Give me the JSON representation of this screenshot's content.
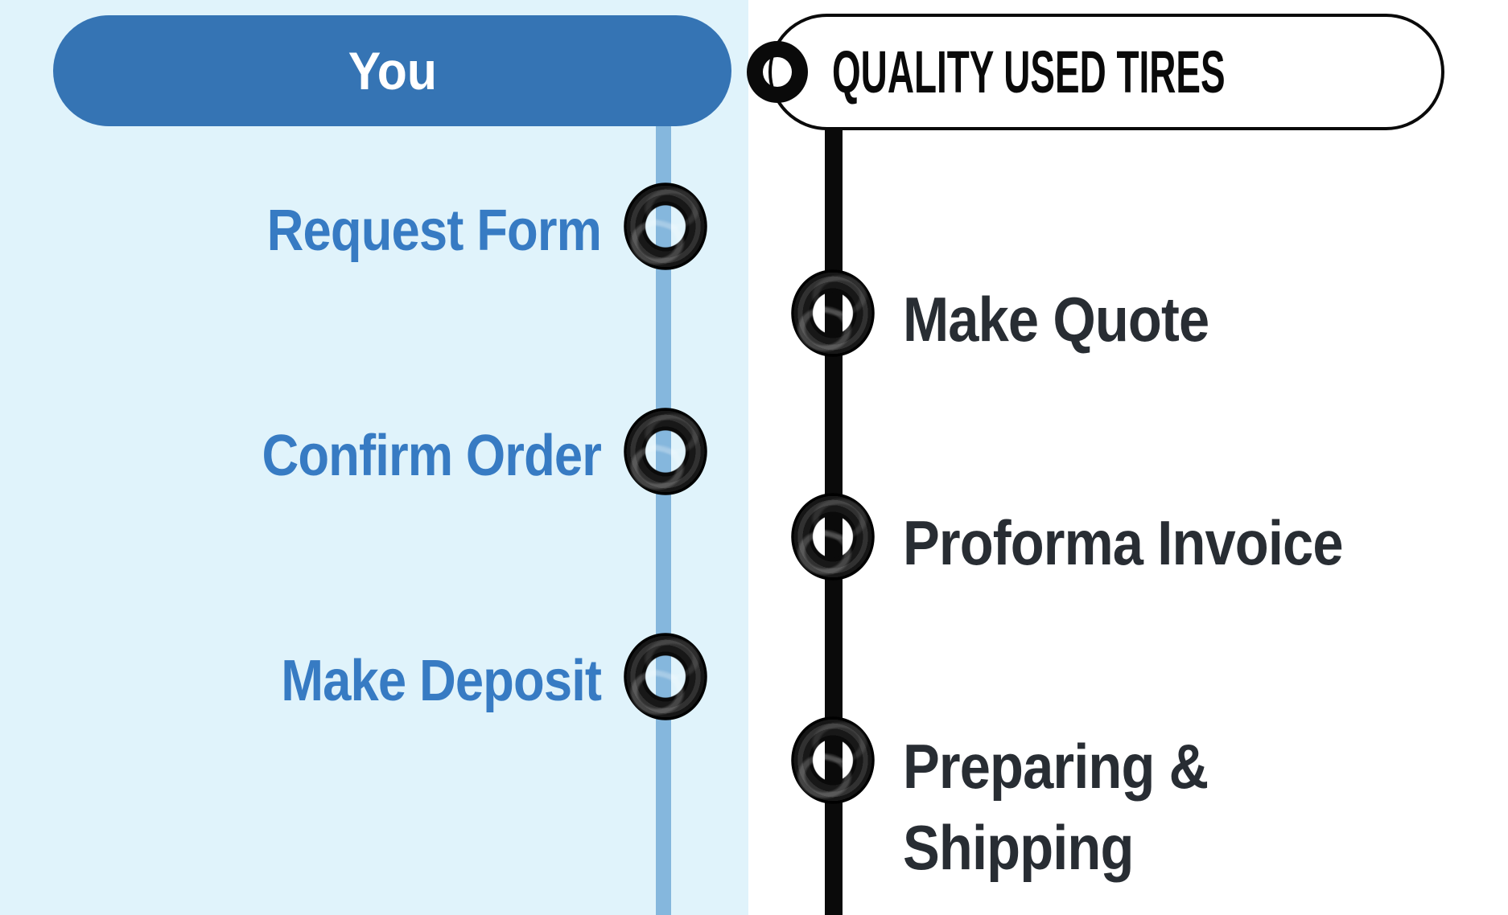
{
  "colors": {
    "panel_bg": "#e0f3fb",
    "pill_blue": "#3574b4",
    "left_line": "#85b7dd",
    "left_text": "#377bc3",
    "right_text": "#282d33",
    "black": "#0a0a0a"
  },
  "left_column": {
    "header": "You",
    "steps": [
      {
        "label": "Request Form"
      },
      {
        "label": "Confirm Order"
      },
      {
        "label": "Make Deposit"
      }
    ]
  },
  "right_column": {
    "header": "QUALITY USED TIRES",
    "steps": [
      {
        "label": "Make Quote"
      },
      {
        "label": "Proforma Invoice"
      },
      {
        "label": "Preparing & Shipping"
      }
    ]
  }
}
